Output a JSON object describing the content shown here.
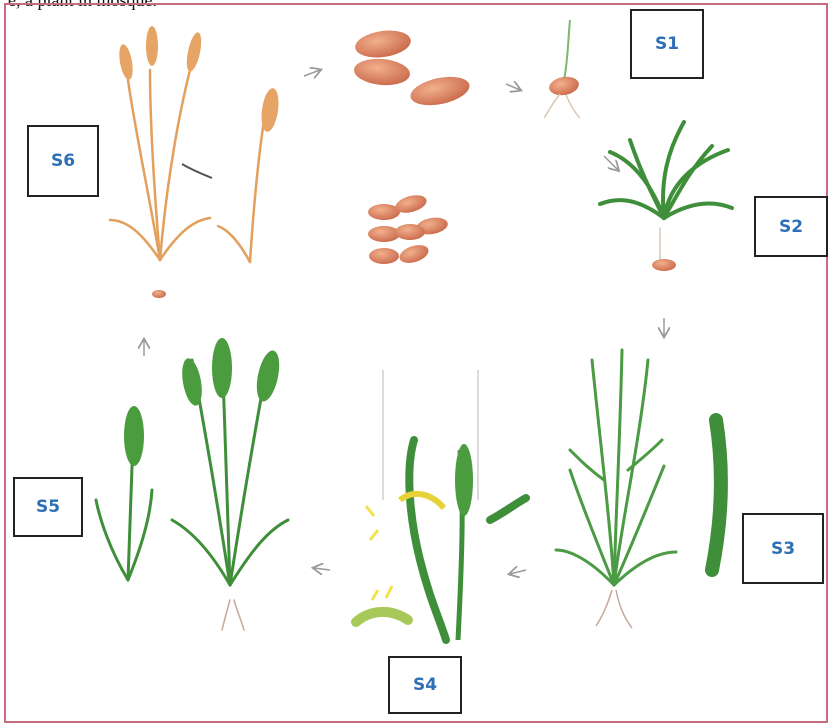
{
  "header_fragment": "e, a plant in mosque.",
  "stages": [
    {
      "id": "s1",
      "label": "S1"
    },
    {
      "id": "s2",
      "label": "S2"
    },
    {
      "id": "s3",
      "label": "S3"
    },
    {
      "id": "s4",
      "label": "S4"
    },
    {
      "id": "s5",
      "label": "S5"
    },
    {
      "id": "s6",
      "label": "S6"
    }
  ],
  "colors": {
    "frame": "#c86b80",
    "label_text": "#2e6fb5",
    "seed": "#d9845f",
    "ripe_plant": "#e2a05c",
    "green_plant": "#3f8f3a",
    "flower": "#f2e34a",
    "arrow": "#9a9a9a"
  }
}
